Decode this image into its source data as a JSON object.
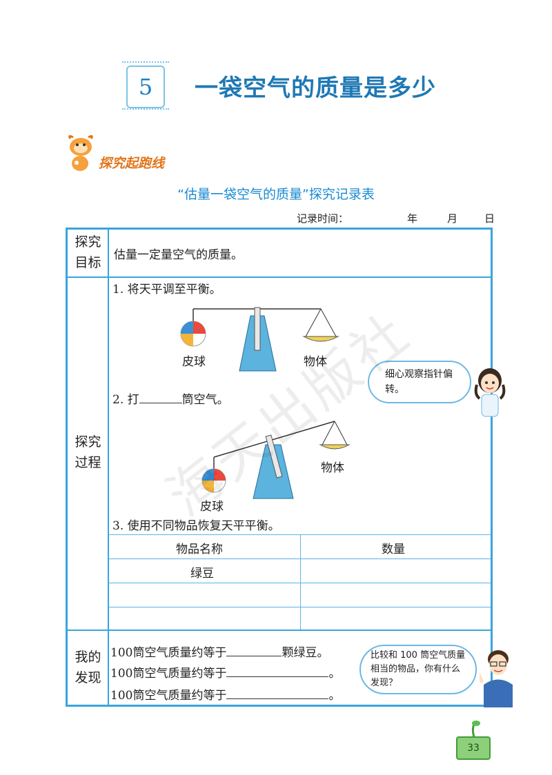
{
  "lesson": {
    "number": "5",
    "title": "一袋空气的质量是多少"
  },
  "section": {
    "label": "探究起跑线"
  },
  "table": {
    "title": "“估量一袋空气的质量”探究记录表",
    "record_time_label": "记录时间：",
    "year": "年",
    "month": "月",
    "day": "日"
  },
  "rows": {
    "goal": {
      "label_1": "探究",
      "label_2": "目标",
      "content": "估量一定量空气的质量。"
    },
    "process": {
      "label_1": "探究",
      "label_2": "过程",
      "step1": "1.  将天平调至平衡。",
      "step2_prefix": "2.  打",
      "step2_suffix": "筒空气。",
      "step3": "3.  使用不同物品恢复天平平衡。",
      "ball_label": "皮球",
      "object_label": "物体",
      "sub_table": {
        "headers": [
          "物品名称",
          "数量"
        ],
        "rows": [
          [
            "绿豆",
            ""
          ],
          [
            "",
            ""
          ],
          [
            "",
            ""
          ]
        ]
      }
    },
    "findings": {
      "label_1": "我的",
      "label_2": "发现",
      "line1_prefix": "100筒空气质量约等于",
      "line1_suffix": "颗绿豆。",
      "line2_prefix": "100筒空气质量约等于",
      "line2_suffix": "。",
      "line3_prefix": "100筒空气质量约等于",
      "line3_suffix": "。"
    }
  },
  "bubbles": {
    "girl": "细心观察指针偏转。",
    "boy": "比较和 100 筒空气质量相当的物品，你有什么发现？"
  },
  "watermark": "海天出版社",
  "page_number": "33"
}
